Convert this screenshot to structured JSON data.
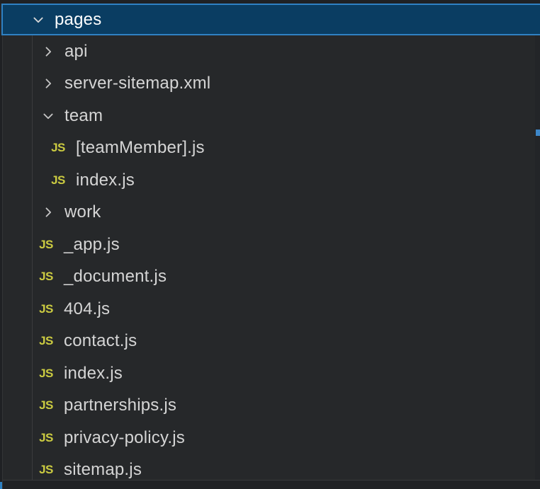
{
  "header": {
    "label": "pages"
  },
  "icons": {
    "js_badge": "JS"
  },
  "tree": {
    "items": [
      {
        "label": "api",
        "type": "folder-collapsed",
        "level": 1
      },
      {
        "label": "server-sitemap.xml",
        "type": "folder-collapsed",
        "level": 1
      },
      {
        "label": "team",
        "type": "folder-expanded",
        "level": 1
      },
      {
        "label": "[teamMember].js",
        "type": "js-file",
        "level": 2
      },
      {
        "label": "index.js",
        "type": "js-file",
        "level": 2
      },
      {
        "label": "work",
        "type": "folder-collapsed",
        "level": 1
      },
      {
        "label": "_app.js",
        "type": "js-file",
        "level": 1
      },
      {
        "label": "_document.js",
        "type": "js-file",
        "level": 1
      },
      {
        "label": "404.js",
        "type": "js-file",
        "level": 1
      },
      {
        "label": "contact.js",
        "type": "js-file",
        "level": 1
      },
      {
        "label": "index.js",
        "type": "js-file",
        "level": 1
      },
      {
        "label": "partnerships.js",
        "type": "js-file",
        "level": 1
      },
      {
        "label": "privacy-policy.js",
        "type": "js-file",
        "level": 1
      },
      {
        "label": "sitemap.js",
        "type": "js-file",
        "level": 1
      }
    ]
  },
  "colors": {
    "selection_background": "#0a3d62",
    "focus_border_blue": "#2f81c3",
    "js_icon_yellow": "#cbcb41",
    "scrollbar_marker_blue": "#3d87c9",
    "panel_background": "#26282a",
    "label_text": "#d5d5d5"
  }
}
